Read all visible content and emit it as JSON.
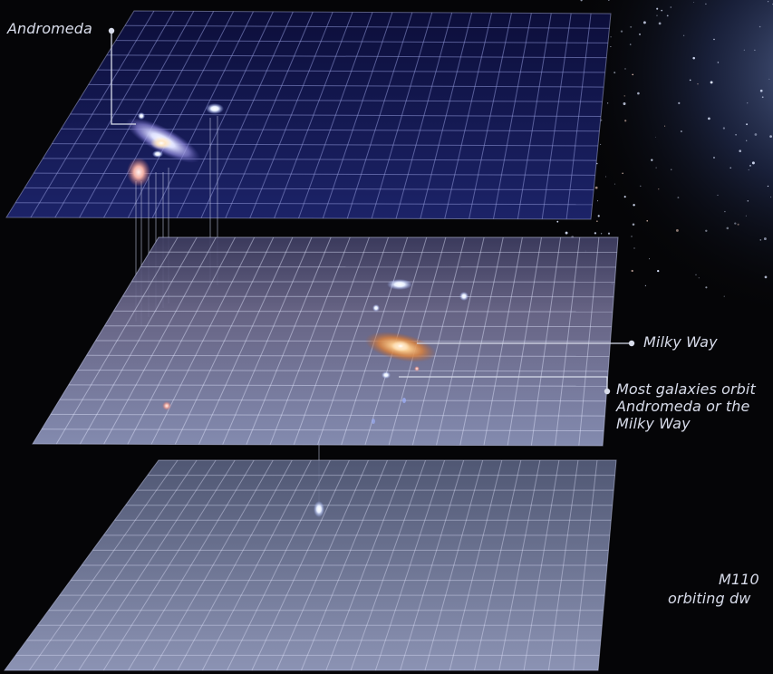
{
  "labels": {
    "andromeda": "Andromeda",
    "milky_way": "Milky Way",
    "orbit_note": [
      "Most galaxies orbit",
      "Andromeda or the",
      "Milky Way"
    ],
    "m110": "M110",
    "dwarf_note": "orbiting dw"
  },
  "colors": {
    "background": "#050507",
    "top_plane": "#10123f",
    "middle_plane": "#6a6f98",
    "bottom_plane": "#6b7193",
    "grid_line": "#a9b0dd",
    "label_text": "#d8dcea",
    "galaxy_core": "#ffe6c4",
    "milky_way_arm": "#d9823e",
    "dwarf_galaxy": "#e8f0ff"
  },
  "icons": [
    "leader-dot-icon",
    "galaxy-icon",
    "nebula-icon"
  ]
}
